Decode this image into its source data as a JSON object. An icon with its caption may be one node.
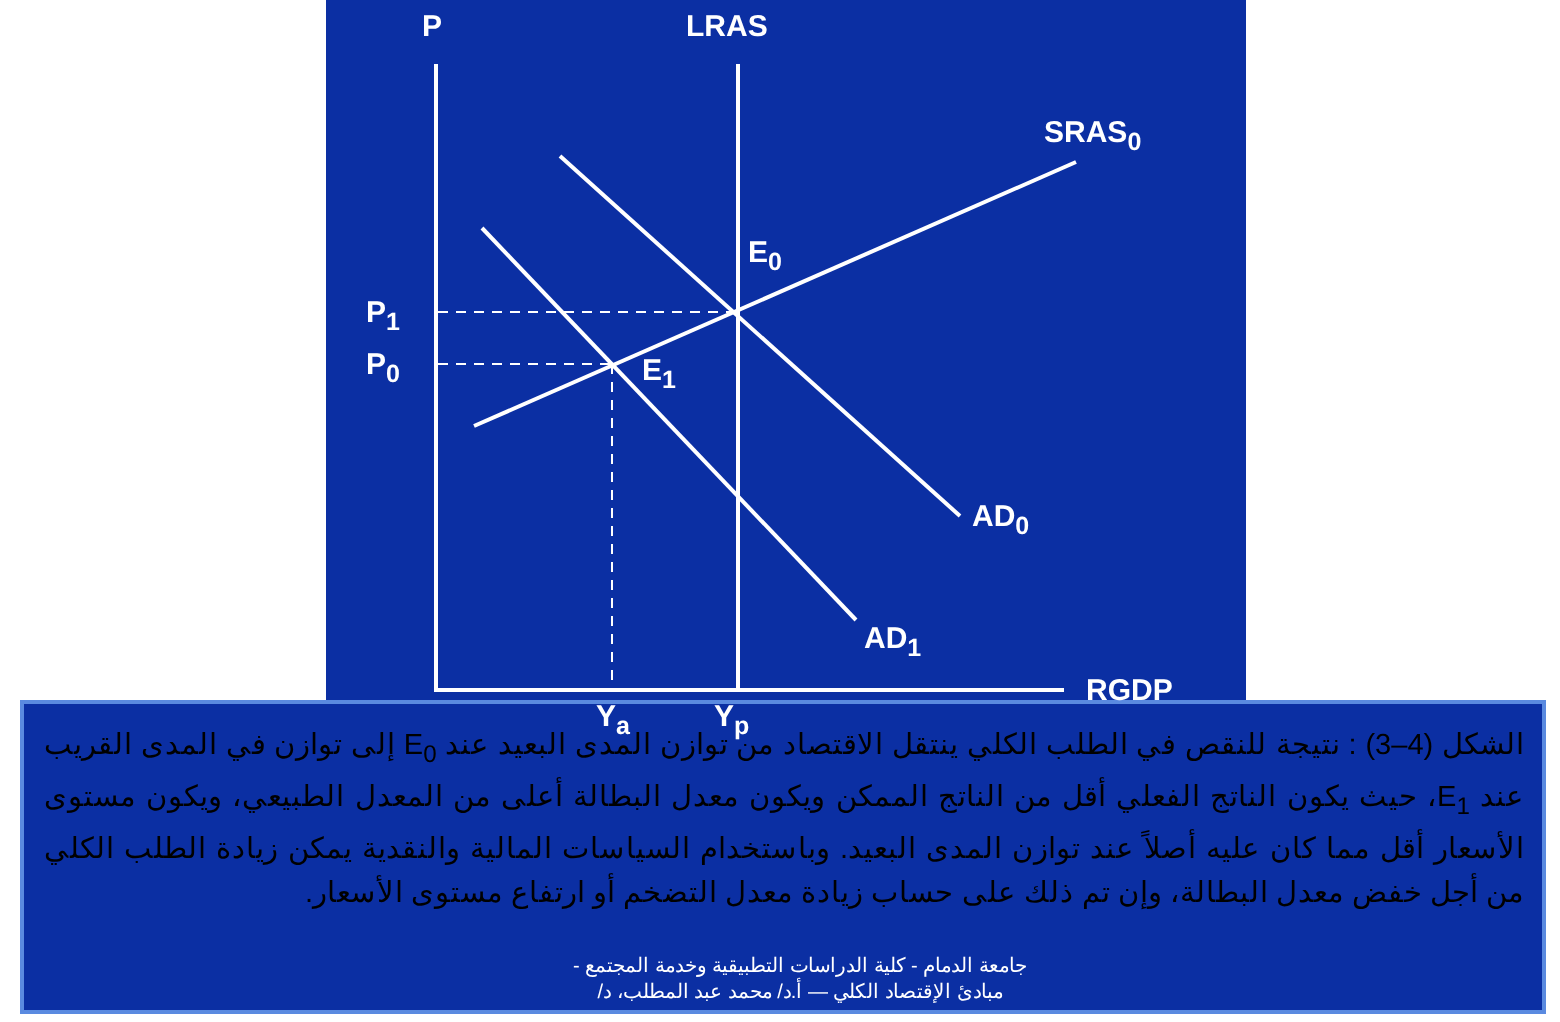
{
  "diagram": {
    "labels": [
      "P",
      "LRAS",
      "SRAS$_{0}$",
      "E$_{0}$",
      "P$_{1}$",
      "P$_{0}$",
      "E$_{1}$",
      "AD$_{0}$",
      "AD$_{1}$",
      "RGDP",
      "Y$_{a}$",
      "Y$_{p}$",
      "الشكل (4–3) : نتيجة للنقص في الطلب الكلي ينتقل الاقتصاد من توازن المدى البعيد عند E$_{0}$ إلى توازن في المدى القريب عند E$_{1}$، حيث يكون الناتج الفعلي أقل من الناتج الممكن ويكون معدل البطالة أعلى من المعدل الطبيعي، ويكون مستوى الأسعار أقل مما كان عليه أصلاً عند توازن المدى البعيد. وباستخدام السياسات المالية والنقدية يمكن زيادة الطلب الكلي من أجل خفض معدل البطالة، وإن تم ذلك على حساب زيادة معدل التضخم أو ارتفاع مستوى الأسعار.",
      "جامعة الدمام - كلية الدراسات التطبيقية وخدمة المجتمع -",
      "مبادئ الإقتصاد الكلي — أ.د/ محمد عبد المطلب، د/"
    ]
  }
}
